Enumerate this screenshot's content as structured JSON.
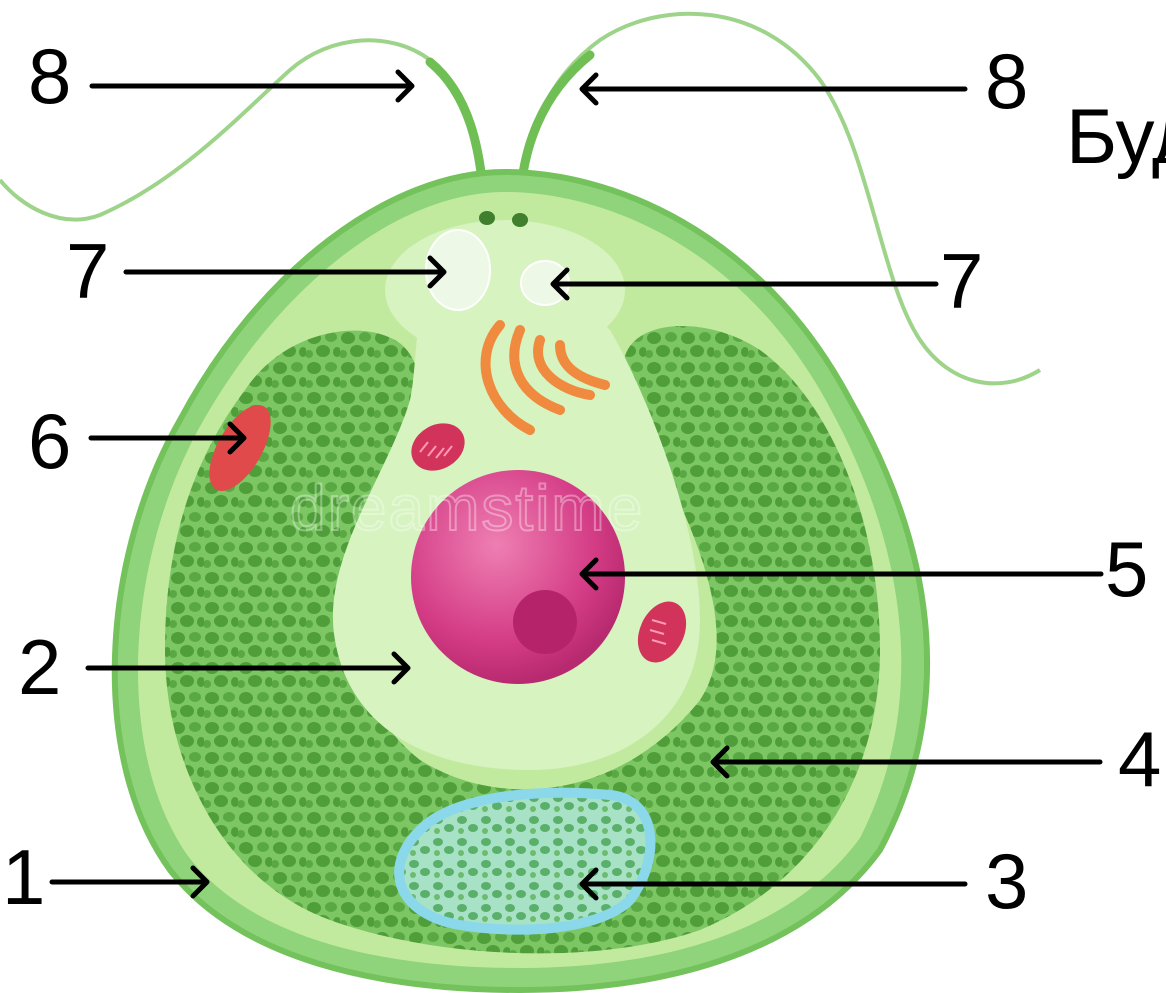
{
  "title_partial": "Буд",
  "watermark": "dreamstime",
  "labels": {
    "l8_left": "8",
    "l8_right": "8",
    "l7_left": "7",
    "l7_right": "7",
    "l6": "6",
    "l5": "5",
    "l2": "2",
    "l4": "4",
    "l1": "1",
    "l3": "3"
  },
  "colors": {
    "cell_wall": "#8fd47a",
    "cytoplasm": "#c9eeb0",
    "chloroplast": "#6fbf55",
    "granules": "#4f9e3a",
    "nucleus": "#d43c86",
    "nucleolus": "#b5246b",
    "golgi": "#f08a3e",
    "mitochondria": "#d2335b",
    "stigma": "#e04a4a",
    "pyrenoid": "#8ad8ea",
    "vacuole": "#eef8e6"
  }
}
